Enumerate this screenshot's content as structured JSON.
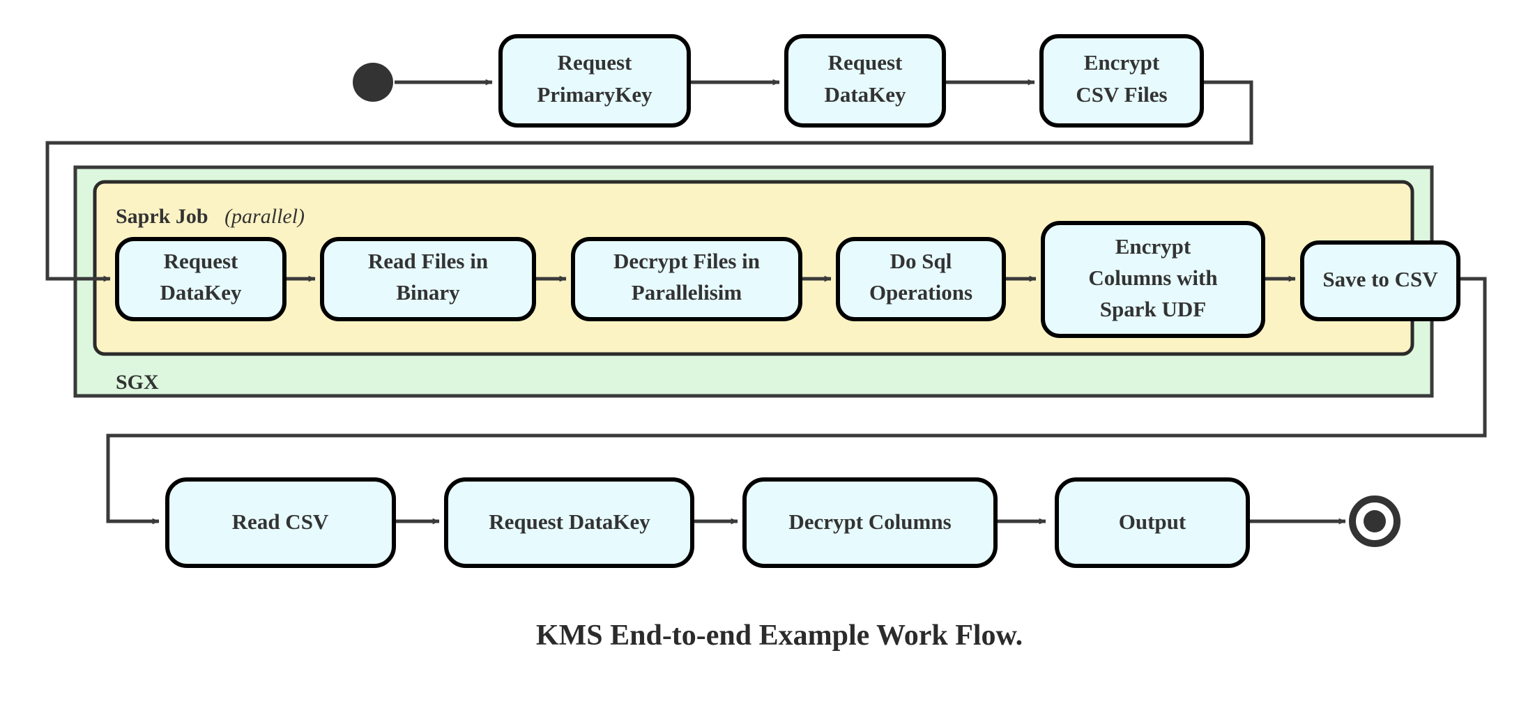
{
  "diagram": {
    "caption": "KMS End-to-end Example Work Flow.",
    "colors": {
      "node_fill": "#e7fafd",
      "node_stroke": "#000000",
      "edge": "#3a3a3a",
      "text": "#333333",
      "sgx_fill": "#dcf7dd",
      "sgx_stroke": "#3a3a3a",
      "spark_fill": "#fcf3c4",
      "spark_stroke": "#2b2b2b",
      "terminal": "#333333",
      "background": "#ffffff"
    },
    "start_node": {
      "name": "start-node",
      "shape": "filled-circle"
    },
    "end_node": {
      "name": "end-node",
      "shape": "bullseye"
    },
    "groups": [
      {
        "id": "sgx",
        "label": "SGX",
        "label_position": "bottom-left"
      },
      {
        "id": "spark",
        "label": "Saprk Job",
        "label_suffix": "(parallel)",
        "label_position": "top-left"
      }
    ],
    "rows": [
      {
        "id": "row-top",
        "nodes": [
          {
            "id": "request-primarykey",
            "lines": [
              "Request",
              "PrimaryKey"
            ]
          },
          {
            "id": "request-datakey-top",
            "lines": [
              "Request",
              "DataKey"
            ]
          },
          {
            "id": "encrypt-csv-files",
            "lines": [
              "Encrypt",
              "CSV Files"
            ]
          }
        ]
      },
      {
        "id": "row-spark",
        "nodes": [
          {
            "id": "request-datakey-spark",
            "lines": [
              "Request",
              "DataKey"
            ]
          },
          {
            "id": "read-files-in-binary",
            "lines": [
              "Read Files in",
              "Binary"
            ]
          },
          {
            "id": "decrypt-files-in-parallelisim",
            "lines": [
              "Decrypt Files in",
              "Parallelisim"
            ]
          },
          {
            "id": "do-sql-operations",
            "lines": [
              "Do Sql",
              "Operations"
            ]
          },
          {
            "id": "encrypt-columns-with-spark-udf",
            "lines": [
              "Encrypt",
              "Columns with",
              "Spark UDF"
            ]
          },
          {
            "id": "save-to-csv",
            "lines": [
              "Save to CSV"
            ]
          }
        ]
      },
      {
        "id": "row-bottom",
        "nodes": [
          {
            "id": "read-csv",
            "lines": [
              "Read CSV"
            ]
          },
          {
            "id": "request-datakey-bottom",
            "lines": [
              "Request DataKey"
            ]
          },
          {
            "id": "decrypt-columns",
            "lines": [
              "Decrypt Columns"
            ]
          },
          {
            "id": "output",
            "lines": [
              "Output"
            ]
          }
        ]
      }
    ],
    "labels": {
      "request_primarykey_l1": "Request",
      "request_primarykey_l2": "PrimaryKey",
      "request_datakey_top_l1": "Request",
      "request_datakey_top_l2": "DataKey",
      "encrypt_csv_l1": "Encrypt",
      "encrypt_csv_l2": "CSV Files",
      "request_datakey_spark_l1": "Request",
      "request_datakey_spark_l2": "DataKey",
      "read_files_l1": "Read Files in",
      "read_files_l2": "Binary",
      "decrypt_files_l1": "Decrypt Files in",
      "decrypt_files_l2": "Parallelisim",
      "do_sql_l1": "Do Sql",
      "do_sql_l2": "Operations",
      "encrypt_columns_l1": "Encrypt",
      "encrypt_columns_l2": "Columns with",
      "encrypt_columns_l3": "Spark UDF",
      "save_to_csv": "Save to CSV",
      "read_csv": "Read CSV",
      "request_datakey_bottom": "Request DataKey",
      "decrypt_columns": "Decrypt Columns",
      "output": "Output",
      "sgx": "SGX",
      "spark_job": "Saprk Job",
      "spark_parallel": "(parallel)"
    }
  }
}
